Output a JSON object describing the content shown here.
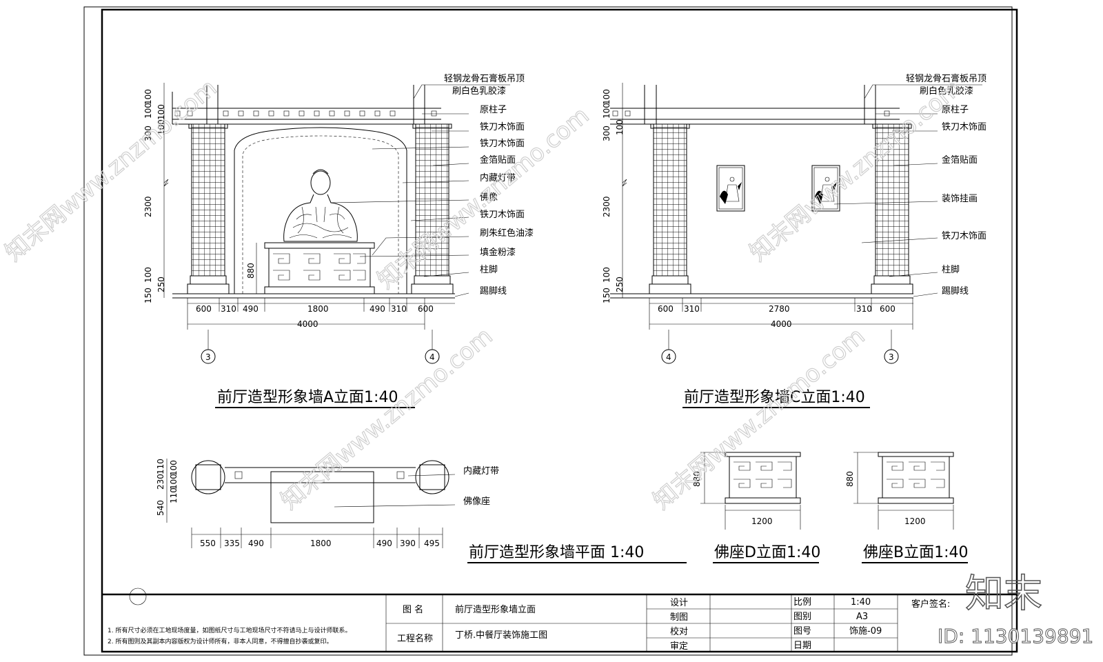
{
  "elevation_a": {
    "title": "前厅造型形象墙A立面1:40",
    "labels": [
      "轻钢龙骨石膏板吊顶",
      "刷白色乳胶漆",
      "原柱子",
      "铁刀木饰面",
      "铁刀木饰面",
      "金箔贴面",
      "内藏灯带",
      "佛像",
      "铁刀木饰面",
      "刷朱红色油漆",
      "填金粉漆",
      "柱脚",
      "踢脚线"
    ],
    "dims_bottom": [
      "600",
      "310",
      "490",
      "1800",
      "490",
      "310",
      "600"
    ],
    "total": "4000",
    "dims_left": [
      "300",
      "100",
      "100",
      "100",
      "100",
      "2300",
      "100",
      "150",
      "250"
    ],
    "dim_880": "880",
    "axis_left": "3",
    "axis_right": "4"
  },
  "elevation_c": {
    "title": "前厅造型形象墙C立面1:40",
    "labels": [
      "轻钢龙骨石膏板吊顶",
      "刷白色乳胶漆",
      "原柱子",
      "铁刀木饰面",
      "金箔贴面",
      "装饰挂画",
      "铁刀木饰面",
      "柱脚",
      "踢脚线"
    ],
    "dims_bottom": [
      "600",
      "310",
      "2780",
      "310",
      "600"
    ],
    "total": "4000",
    "dims_left": [
      "300",
      "100",
      "100",
      "100",
      "2300",
      "100",
      "150",
      "250"
    ],
    "axis_left": "4",
    "axis_right": "3"
  },
  "plan": {
    "title": "前厅造型形象墙平面 1:40",
    "labels": [
      "内藏灯带",
      "佛像座"
    ],
    "dims_bottom": [
      "550",
      "335",
      "490",
      "1800",
      "490",
      "390",
      "495"
    ],
    "dims_left": [
      "230",
      "110",
      "100",
      "110",
      "100",
      "540"
    ]
  },
  "seat_d": {
    "title": "佛座D立面1:40",
    "width": "1200",
    "height": "880"
  },
  "seat_b": {
    "title": "佛座B立面1:40",
    "width": "1200",
    "height": "880"
  },
  "title_block": {
    "notes": [
      "1.   所有尺寸必须在工地现场度量，如图纸尺寸与工地现场尺寸不符请马上与设计师联系。",
      "2.   所有图则及其副本内容版权为设计师所有，非本人同意，不得擅自抄袭或复印。"
    ],
    "drawing_name_label": "图    名",
    "drawing_name": "前厅造型形象墙立面",
    "project_label": "工程名称",
    "project": "丁桥.中餐厅装饰施工图",
    "roles": [
      "设计",
      "制图",
      "校对",
      "审定"
    ],
    "scale_label": "比例",
    "scale": "1:40",
    "sheet_label": "图别",
    "sheet": "A3",
    "number_label": "图号",
    "number": "饰施-09",
    "date_label": "日期",
    "client_label": "客户签名:"
  },
  "watermark": {
    "brand": "知末",
    "id": "ID: 1130139891",
    "url": "知末网www.znzmo.com"
  }
}
